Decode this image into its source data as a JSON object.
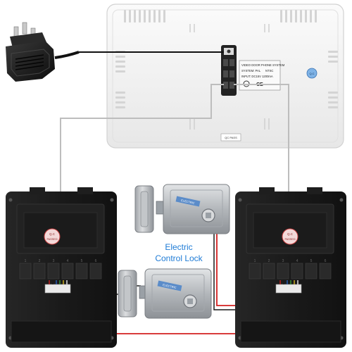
{
  "caption": {
    "line1": "Electric",
    "line2": "Control Lock"
  },
  "monitor": {
    "label_title": "VIDEO DOOR PHONE SYSTEM",
    "label_system": "SYSTEM: PAL",
    "label_ntsc": "NTSC",
    "label_input": "INPUT: DC15V 1200mA",
    "ce_mark": "CE",
    "badge": "Q.C",
    "bottom_sticker": "QC PASS"
  },
  "outdoor_units": {
    "qc_badge_top": "Q.C",
    "qc_badge_bottom": "PASSED",
    "terminal_numbers": [
      "1",
      "2",
      "3",
      "4",
      "5",
      "6"
    ]
  },
  "lock_plate_text": "ELECTRIC",
  "colors": {
    "wire_red": "#d42020",
    "wire_black": "#1a1a1a",
    "wire_grey": "#b8b8b8",
    "caption_blue": "#1e7bd6",
    "monitor_body": "#f2f2f2",
    "unit_body": "#1b1b1b",
    "lock_metal": "#b8bcc0"
  },
  "icons": [
    "power-adapter-icon",
    "uk-plug-icon"
  ]
}
